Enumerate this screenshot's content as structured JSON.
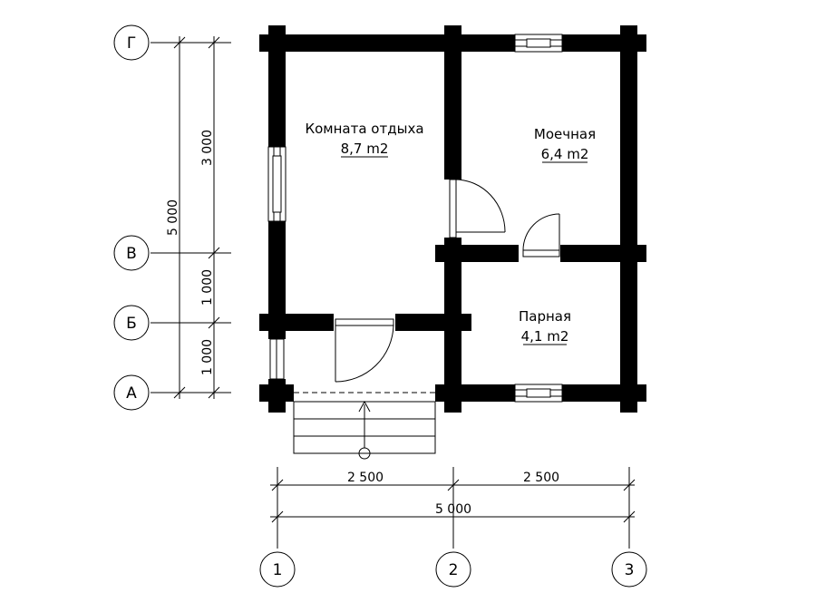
{
  "rooms": {
    "rest": {
      "name": "Комната отдыха",
      "area": "8,7 m2"
    },
    "wash": {
      "name": "Моечная",
      "area": "6,4 m2"
    },
    "steam": {
      "name": "Парная",
      "area": "4,1 m2"
    }
  },
  "axes": {
    "rows": [
      "Г",
      "В",
      "Б",
      "А"
    ],
    "columns": [
      "1",
      "2",
      "3"
    ]
  },
  "dimensions": {
    "left_total": "5 000",
    "left_top": "3 000",
    "left_mid": "1 000",
    "left_bottom": "1 000",
    "bottom_left": "2 500",
    "bottom_right": "2 500",
    "bottom_total": "5 000"
  },
  "colors": {
    "wall": "#000000",
    "background": "#ffffff"
  }
}
